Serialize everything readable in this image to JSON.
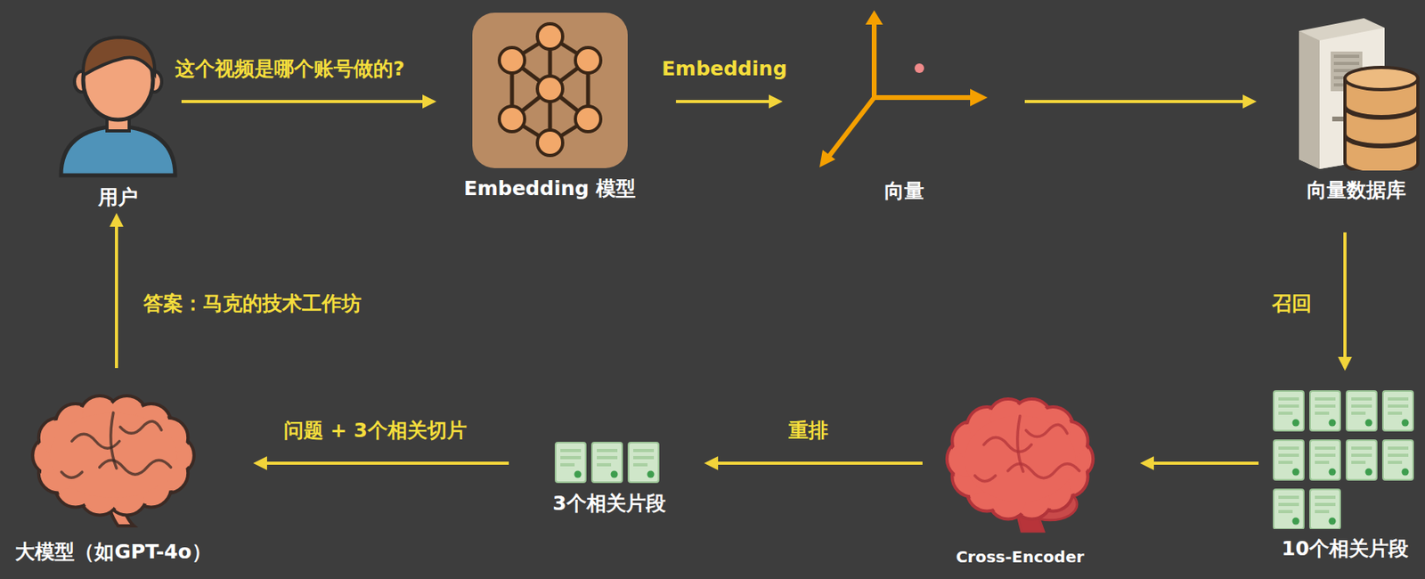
{
  "diagram": {
    "nodes": [
      {
        "text": [
          "用户"
        ]
      },
      {
        "text": [
          "Embedding 模型"
        ]
      },
      {
        "text": [
          "向量"
        ]
      },
      {
        "text": [
          "向量数据库"
        ]
      },
      {
        "text": [
          "10个相关片段"
        ]
      },
      {
        "text": [
          "Cross-Encoder"
        ]
      },
      {
        "text": [
          "3个相关片段"
        ]
      },
      {
        "text": [
          "大模型（如GPT-4o）"
        ]
      }
    ],
    "edges": [
      {
        "from": 0,
        "to": 1,
        "arrow": "to",
        "label": "这个视频是哪个账号做的?"
      },
      {
        "from": 1,
        "to": 2,
        "arrow": "to",
        "label": "Embedding"
      },
      {
        "from": 2,
        "to": 3,
        "arrow": "to"
      },
      {
        "from": 3,
        "to": 4,
        "arrow": "to",
        "label": "召回"
      },
      {
        "from": 4,
        "to": 5,
        "arrow": "to"
      },
      {
        "from": 5,
        "to": 6,
        "arrow": "to",
        "label": "重排"
      },
      {
        "from": 6,
        "to": 7,
        "arrow": "to",
        "label": "问题 + 3个相关切片"
      },
      {
        "from": 7,
        "to": 0,
        "arrow": "to",
        "label": "答案：马克的技术工作坊"
      }
    ]
  }
}
